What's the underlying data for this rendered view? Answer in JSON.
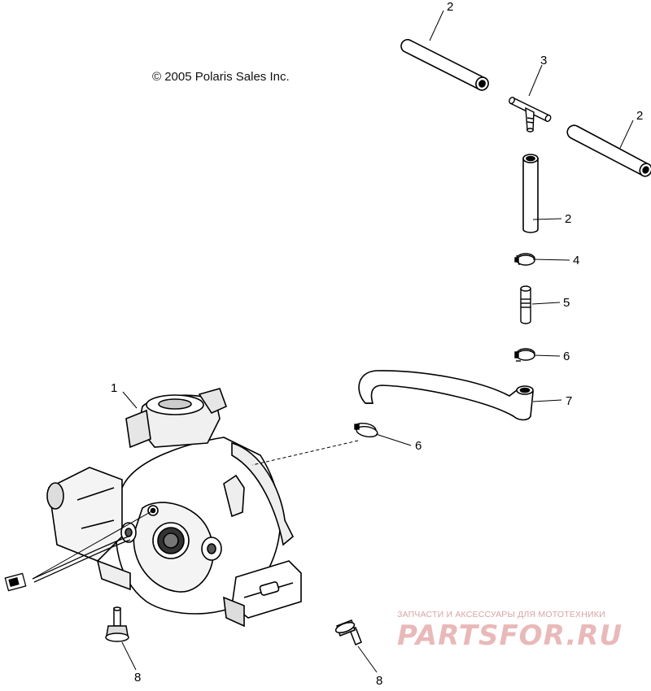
{
  "copyright": "© 2005 Polaris Sales Inc.",
  "watermark": {
    "tagline": "ЗАПЧАСТИ И АКСЕССУАРЫ ДЛЯ МОТОТЕХНИКИ",
    "brand": "PARTSFOR.RU",
    "color": "#e9b9b9"
  },
  "callouts": {
    "c1": "1",
    "c2a": "2",
    "c2b": "2",
    "c2c": "2",
    "c3": "3",
    "c4": "4",
    "c5": "5",
    "c6a": "6",
    "c6b": "6",
    "c7": "7",
    "c8a": "8",
    "c8b": "8"
  }
}
